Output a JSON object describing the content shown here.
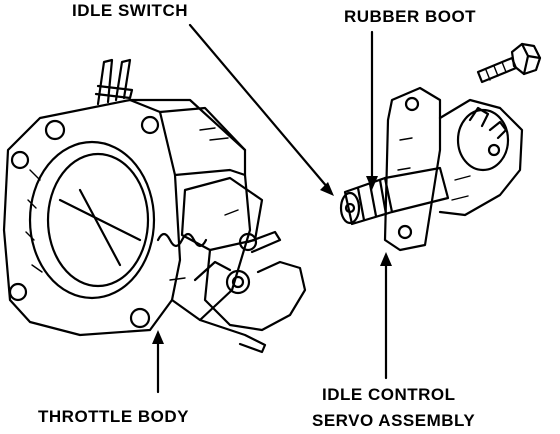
{
  "labels": {
    "idle_switch": "IDLE SWITCH",
    "rubber_boot": "RUBBER BOOT",
    "throttle_body": "THROTTLE BODY",
    "idle_control_line1": "IDLE CONTROL",
    "idle_control_line2": "SERVO ASSEMBLY"
  },
  "colors": {
    "ink": "#000000",
    "paper": "#ffffff"
  }
}
